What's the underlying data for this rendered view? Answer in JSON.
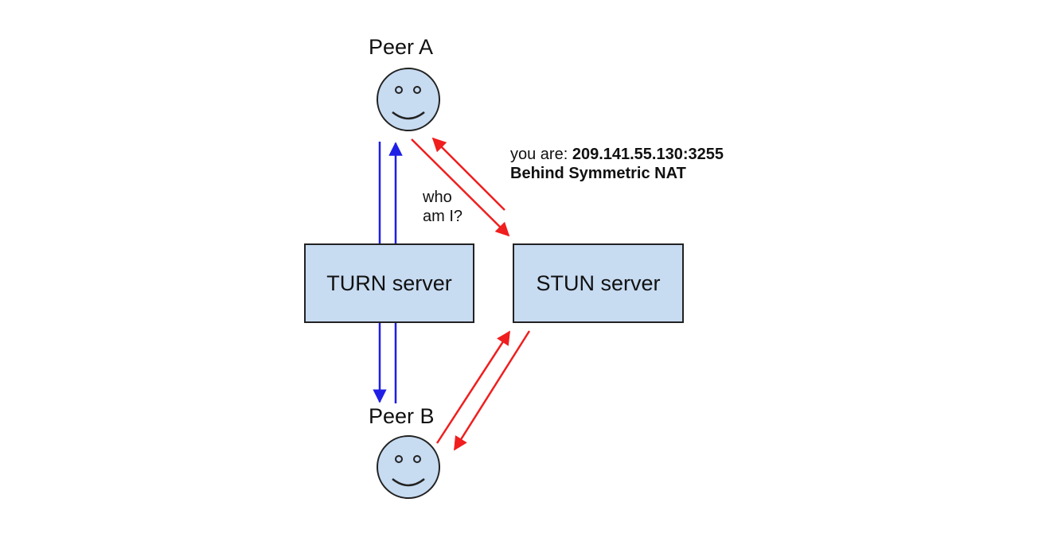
{
  "peers": {
    "a": {
      "label": "Peer A"
    },
    "b": {
      "label": "Peer B"
    }
  },
  "servers": {
    "turn": {
      "label": "TURN server"
    },
    "stun": {
      "label": "STUN server"
    }
  },
  "annotations": {
    "who_am_i_line1": "who",
    "who_am_i_line2": "am I?",
    "you_are_prefix": "you are: ",
    "address": "209.141.55.130:3255",
    "nat_type": "Behind Symmetric NAT"
  },
  "colors": {
    "box_fill": "#c7dbf1",
    "face_fill": "#c7dbf1",
    "turn_path": "#1f1fe6",
    "stun_path": "#f01e1e",
    "outline": "#222222"
  },
  "icons": {
    "peer_a": "smiley-face-icon",
    "peer_b": "smiley-face-icon"
  }
}
